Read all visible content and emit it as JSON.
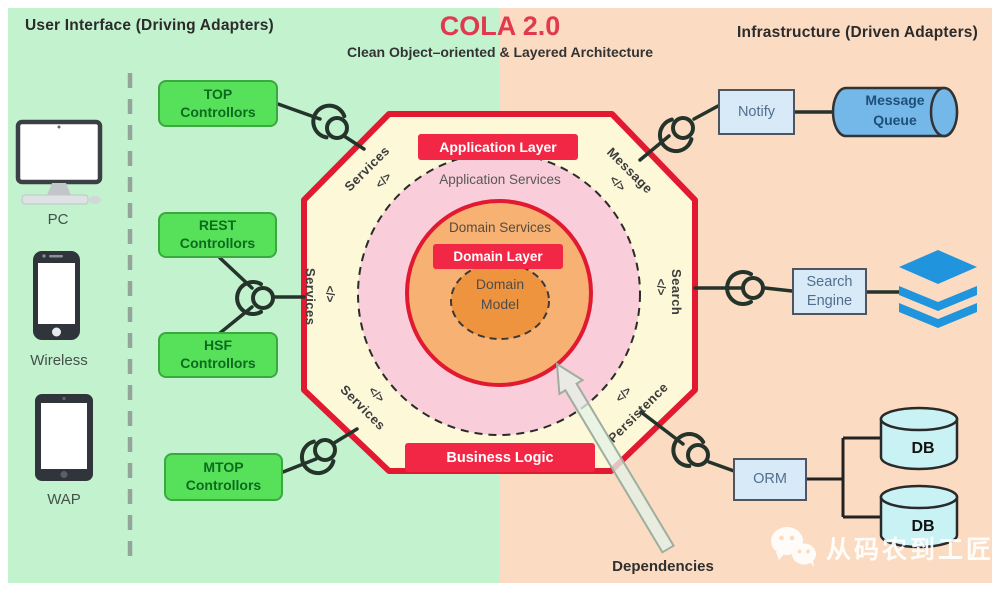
{
  "header": {
    "left_title": "User Interface (Driving Adapters)",
    "right_title": "Infrastructure (Driven Adapters)",
    "title": "COLA 2.0",
    "subtitle": "Clean Object–oriented & Layered Architecture"
  },
  "devices": {
    "pc": "PC",
    "wireless": "Wireless",
    "wap": "WAP"
  },
  "driving_adapters": {
    "top": {
      "line1": "TOP",
      "line2": "Controllors"
    },
    "rest": {
      "line1": "REST",
      "line2": "Controllors"
    },
    "hsf": {
      "line1": "HSF",
      "line2": "Controllors"
    },
    "mtop": {
      "line1": "MTOP",
      "line2": "Controllors"
    }
  },
  "driven_adapters": {
    "notify": "Notify",
    "message_queue": {
      "line1": "Message",
      "line2": "Queue"
    },
    "search_engine": {
      "line1": "Search",
      "line2": "Engine"
    },
    "orm": "ORM",
    "db_top": "DB",
    "db_bottom": "DB"
  },
  "octagon": {
    "application_layer": "Application Layer",
    "application_services": "Application Services",
    "domain_services": "Domain Services",
    "domain_layer": "Domain Layer",
    "domain_model": {
      "line1": "Domain",
      "line2": "Model"
    },
    "business_logic": "Business Logic",
    "code_icon": "</>",
    "ports": {
      "top_left": "Services",
      "left": "Services",
      "bottom_left": "Services",
      "top_right": "Message",
      "right": "Search",
      "bottom_right": "Persistence"
    }
  },
  "annotations": {
    "dependencies": "Dependencies"
  },
  "watermark": "从码农到工匠",
  "colors": {
    "ui_bg": "#c3f2cf",
    "infra_bg": "#fbdcc2",
    "octagon_fill": "#fcf8d8",
    "octagon_border": "#e11931",
    "badge_red": "#f22745",
    "app_ring_pink": "#f9cdd9",
    "domain_ring_orange": "#f6b173",
    "domain_core_orange": "#ef943e",
    "adapter_green": "#57e15b",
    "adapter_blue": "#d8e9f8",
    "queue_blue": "#74b8e9",
    "db_cyan": "#c9f2f4",
    "stack_blue": "#2194de",
    "title_red": "#e2394f"
  }
}
